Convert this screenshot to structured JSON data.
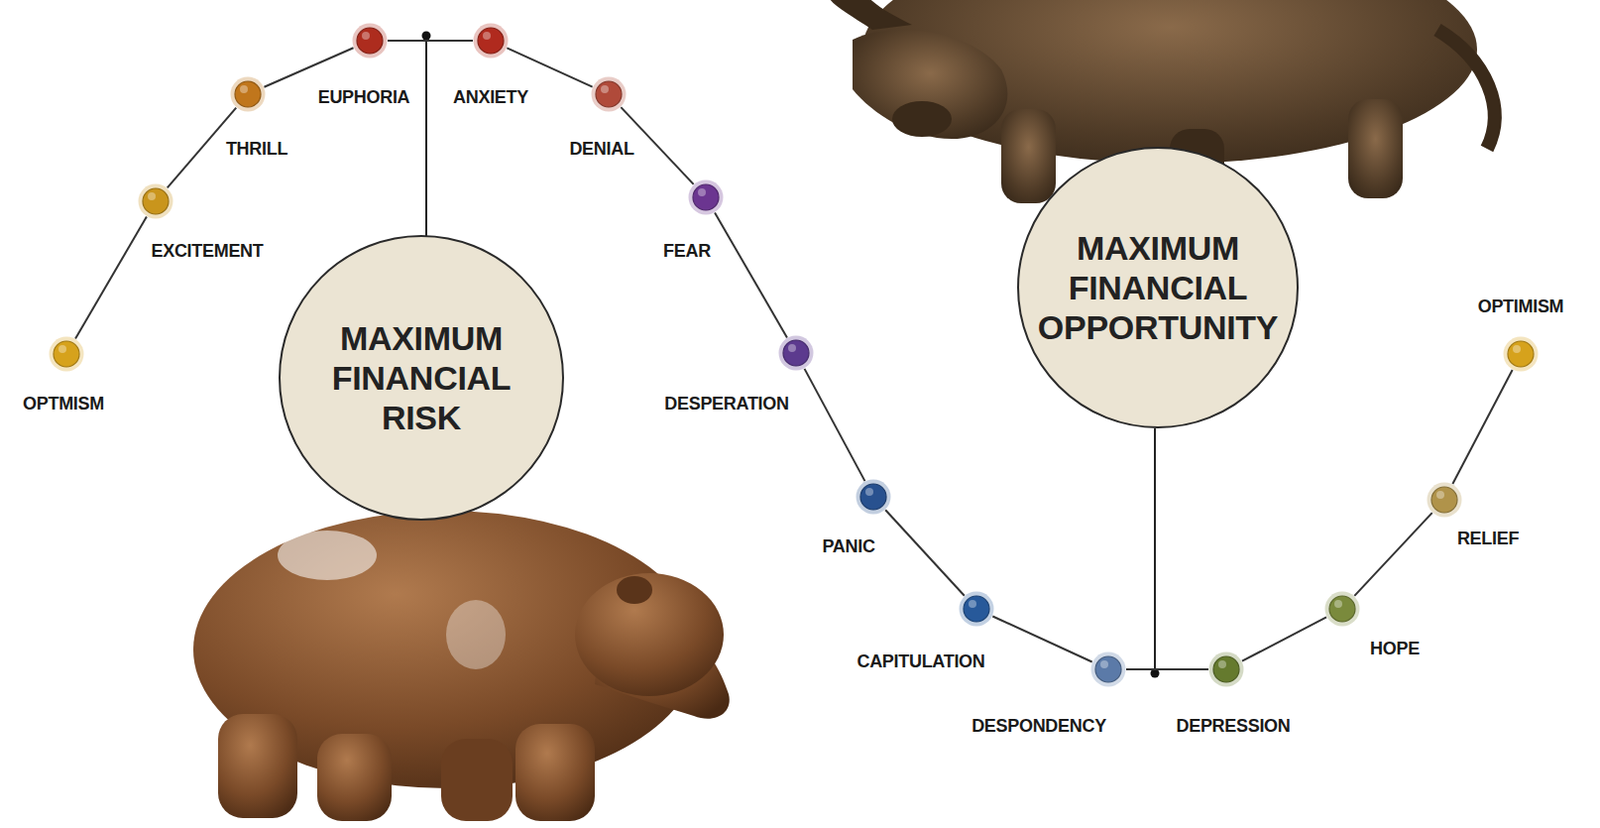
{
  "diagram": {
    "nodes": [
      {
        "text": [
          "OPTMISM"
        ]
      },
      {
        "text": [
          "EXCITEMENT"
        ]
      },
      {
        "text": [
          "THRILL"
        ]
      },
      {
        "text": [
          "EUPHORIA"
        ]
      },
      {
        "text": [
          "ANXIETY"
        ]
      },
      {
        "text": [
          "DENIAL"
        ]
      },
      {
        "text": [
          "FEAR"
        ]
      },
      {
        "text": [
          "DESPERATION"
        ]
      },
      {
        "text": [
          "PANIC"
        ]
      },
      {
        "text": [
          "CAPITULATION"
        ]
      },
      {
        "text": [
          "DESPONDENCY"
        ]
      },
      {
        "text": [
          "DEPRESSION"
        ]
      },
      {
        "text": [
          "HOPE"
        ]
      },
      {
        "text": [
          "RELIEF"
        ]
      },
      {
        "text": [
          "OPTIMISM"
        ]
      },
      {
        "text": [
          "MAXIMUM FINANCIAL RISK"
        ]
      },
      {
        "text": [
          "MAXIMUM FINANCIAL OPPORTUNITY"
        ]
      }
    ],
    "edges": [
      {
        "from": 0,
        "to": 1,
        "arrow": "none"
      },
      {
        "from": 1,
        "to": 2,
        "arrow": "none"
      },
      {
        "from": 2,
        "to": 3,
        "arrow": "none"
      },
      {
        "from": 3,
        "to": 4,
        "arrow": "none"
      },
      {
        "from": 4,
        "to": 5,
        "arrow": "none"
      },
      {
        "from": 5,
        "to": 6,
        "arrow": "none"
      },
      {
        "from": 6,
        "to": 7,
        "arrow": "none"
      },
      {
        "from": 7,
        "to": 8,
        "arrow": "none"
      },
      {
        "from": 8,
        "to": 9,
        "arrow": "none"
      },
      {
        "from": 9,
        "to": 10,
        "arrow": "none"
      },
      {
        "from": 10,
        "to": 11,
        "arrow": "none"
      },
      {
        "from": 11,
        "to": 12,
        "arrow": "none"
      },
      {
        "from": 12,
        "to": 13,
        "arrow": "none"
      },
      {
        "from": 13,
        "to": 14,
        "arrow": "none"
      }
    ]
  }
}
